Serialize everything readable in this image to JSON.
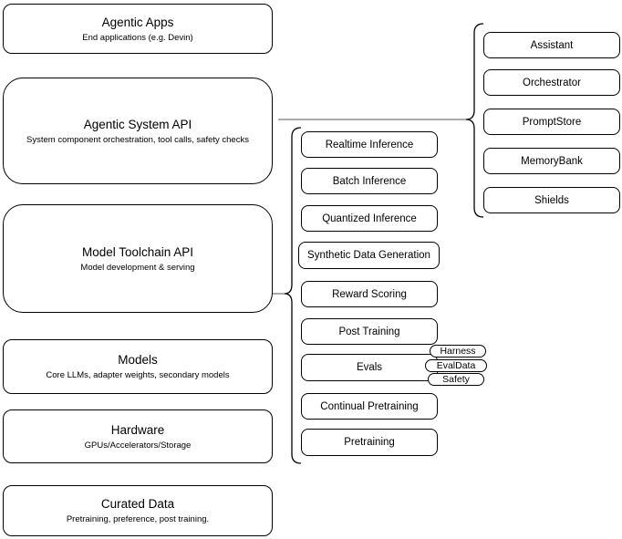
{
  "diagram": {
    "left_stack": [
      {
        "title": "Agentic Apps",
        "subtitle": "End applications (e.g. Devin)"
      },
      {
        "title": "Agentic System API",
        "subtitle": "System component orchestration, tool calls, safety checks"
      },
      {
        "title": "Model Toolchain API",
        "subtitle": "Model development & serving"
      },
      {
        "title": "Models",
        "subtitle": "Core LLMs, adapter weights, secondary models"
      },
      {
        "title": "Hardware",
        "subtitle": "GPUs/Accelerators/Storage"
      },
      {
        "title": "Curated Data",
        "subtitle": "Pretraining, preference, post training."
      }
    ],
    "toolchain_items": [
      "Realtime Inference",
      "Batch Inference",
      "Quantized Inference",
      "Synthetic Data Generation",
      "Reward Scoring",
      "Post Training",
      "Evals",
      "Continual Pretraining",
      "Pretraining"
    ],
    "eval_tags": [
      "Harness",
      "EvalData",
      "Safety"
    ],
    "system_components": [
      "Assistant",
      "Orchestrator",
      "PromptStore",
      "MemoryBank",
      "Shields"
    ],
    "colors": {
      "stroke": "#000000",
      "background": "#ffffff",
      "connector": "#7a7a7a"
    }
  }
}
